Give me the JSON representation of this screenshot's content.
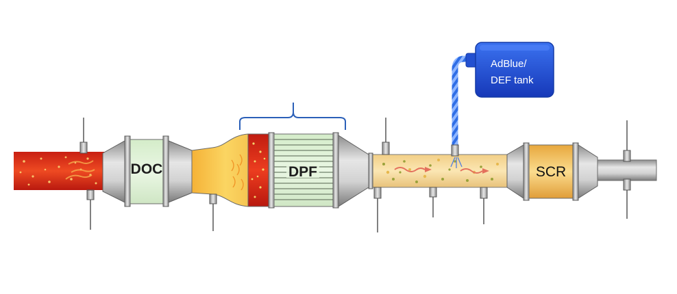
{
  "components": {
    "doc": {
      "label": "DOC"
    },
    "dpf": {
      "label": "DPF"
    },
    "scr": {
      "label": "SCR"
    },
    "tank": {
      "label_line1": "AdBlue/",
      "label_line2": "DEF tank"
    }
  },
  "colors": {
    "hot_exhaust": "#e2331c",
    "warm_exhaust": "#f2b530",
    "cool_exhaust": "#f3d99a",
    "doc_body": "#dff2d8",
    "dpf_body": "#dff0d6",
    "scr_body": "#f4c66a",
    "tank_blue": "#1f4fd6",
    "bracket_blue": "#2a5fb8",
    "metal": "#b7b7b7"
  }
}
